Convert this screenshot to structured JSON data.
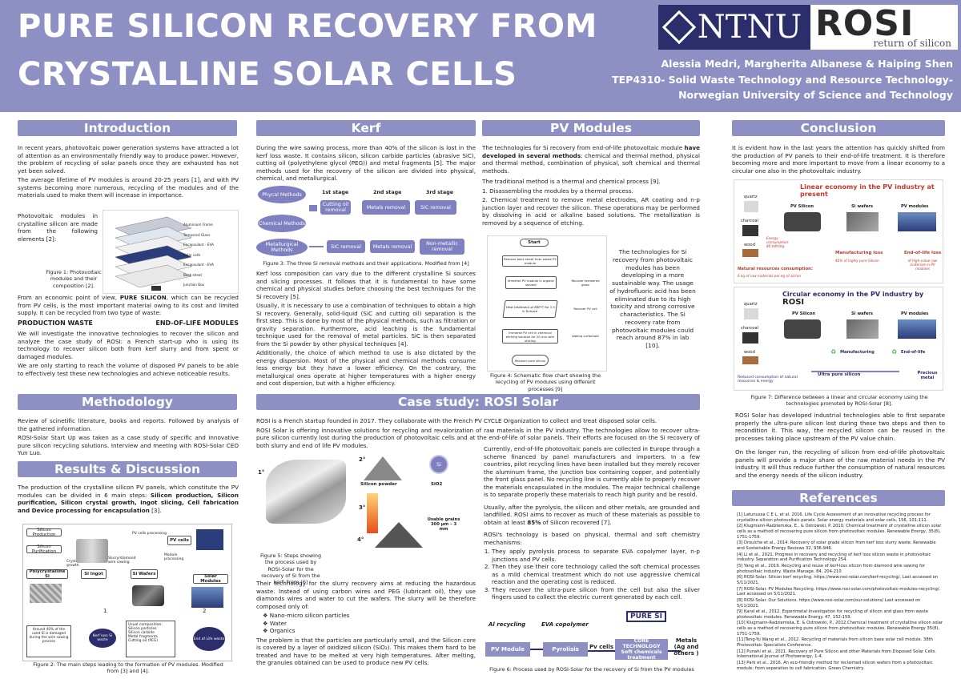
{
  "header": {
    "title_line1": "PURE SILICON RECOVERY FROM",
    "title_line2": "CRYSTALLINE SOLAR CELLS",
    "logo_ntnu": "NTNU",
    "logo_rosi": "ROSI",
    "logo_rosi_tag": "return of silicon",
    "authors": "Alessia Medri, Margherita Albanese & Haiping Shen",
    "course": "TEP4310- Solid Waste Technology and Resource Technology-",
    "university": "Norwegian University of Science and Technology"
  },
  "sections": {
    "introduction": "Introduction",
    "kerf": "Kerf",
    "pv_modules": "PV Modules",
    "conclusion": "Conclusion",
    "methodology": "Methodology",
    "case_study": "Case study: ROSI Solar",
    "results": "Results & Discussion",
    "references": "References"
  },
  "intro": {
    "p1": "In recent years, photovoltaic power generation systems have attracted a lot of attention as an environmentally friendly way to produce power. However, the problem of recycling of solar panels once they are exhausted has not yet been solved.",
    "p2": "The average lifetime of PV modules is around 20-25 years [1], and with PV systems becoming more numerous, recycling of the modules and of the materials used to make them will increase in importance.",
    "modules_text": "Photovoltaic modules in crystalline silicon are made from the following elements [2]:",
    "fig1_caption": "Figure 1: Photovoltaic modules and their composition [2].",
    "layers": [
      "Aluminium Frame",
      "Tempered Glass",
      "Encapsulant - EVA",
      "Solar cells",
      "Encapsulant - EVA",
      "Back sheet",
      "Junction Box"
    ],
    "p3_a": "From an economic point of view,",
    "p3_b": "PURE SILICON",
    "p3_c": ", which can be recycled from PV cells, is the most important material owing to its cost and limited supply. It can be recycled from two type of waste:",
    "waste_left": "PRODUCTION WASTE",
    "waste_right": "END-OF-LIFE MODULES",
    "p4": "We will investigate the innovative technologies to recover the silicon and analyze the case study of ROSI: a French start-up who is using its technology to recover silicon both from kerf slurry and from spent or damaged modules.",
    "p5": "We are only starting to reach the volume of disposed PV panels to be able to effectively test these new technologies and achieve noticeable results."
  },
  "methodology": {
    "p1": "Review of scinetific literature, books and reports. Followed by analysis of the gathered information.",
    "p2": "ROSI-Solar Start Up was taken as a case study of specific and innovative pure silicon recycling solutions. Interview and meeting with ROSI-Solar CEO Yun Luo."
  },
  "results": {
    "p1_a": "The production of the crystalline silicon PV panels, which constitute the PV modules can be divided in 6 main steps:",
    "p1_b": "Silicon production, Silicon purification, Silicon crystal growth, Ingot slicing, Cell fabrication and Device processing for encapsulation",
    "p1_c": "[3].",
    "fig2_caption": "Figure 2: The main steps leading to the formation of PV modules. Modified from [3] and [4].",
    "fig2": {
      "silicon_production": "Silicon Production",
      "silicon_purification": "Silicon Purification",
      "polycrystalline": "Polycrystalline Si",
      "crystal_growth": "Crystal growth",
      "si_ingot": "Si Ingot",
      "slurry_saw": "Slurry/diamond wire sawing",
      "si_wafers": "Si Wafers",
      "pv_cells_processing": "PV cells processing",
      "pv_cells": "PV cells",
      "module_processing": "Module processing",
      "solar_modules": "Solar Modules",
      "note_40": "Around 40% of the used Si is damaged during the wire sawing process",
      "kerf_loss": "Kerf loss Si waste",
      "usual_comp_title": "Usual composition:",
      "usual_comp": [
        "Silicon particles",
        "Silicon carbide",
        "Metal fragments",
        "Cutting oil (PEG)"
      ],
      "end_life": "End of Life waste",
      "marker1": "1",
      "marker2": "2"
    }
  },
  "kerf": {
    "p1": "During the wire sawing process, more than 40% of the silicon is lost in the kerf loss waste. It contains silicon, silicon carbide particles (abrasive SiC), cutting oil (polyethylene glycol (PEG)) and metal fragments [5]. The major methods used for the recovery of the silicon are divided into physical, chemical, and metallurgical.",
    "fig3": {
      "physical": "Phycal Methods",
      "chemical": "Chemical Methods",
      "metallurgical": "Metallurgical Methods",
      "stage1": "1st stage",
      "stage2": "2nd stage",
      "stage3": "3rd stage",
      "cutting_oil": "Cutting oil removal",
      "metals_removal": "Metals removal",
      "sic_removal": "SiC removal",
      "sic_removal2": "SiC removal",
      "metals_removal2": "Metals removal",
      "non_metallic": "Non-metallic removal"
    },
    "fig3_caption": "Figure 3: The three Si removal methods and their applications. Modified from [4]",
    "p2": "Kerf loss composition can vary due to the different crystalline Si sources and slicing processes. It follows that it is fundamental to have some chemical and physical studies before choosing the best techniques for the Si recovery [5].",
    "p3": "Usually, it is necessary to use a combination of techniques to obtain a high Si recovery. Generally, solid-liquid (SiC and cutting oil) separation is the first step. This is done by most of the physical methods, such as filtration or gravity separation. Furthermore, acid leaching is the fundamental technique used for the removal of metal particles. SiC is then separated from the Si powder by other physical techniques [4].",
    "p4": "Additionally, the choice of which method to use is also dictated by the energy dispersion. Most of the physical and chemical methods consume less energy but they have a lower efficiency. On the contrary, the metallurgical ones operate at higher temperatures with a higher energy and cost dispersion, but with a higher efficiency."
  },
  "pv": {
    "p1_a": "The technologies for Si recovery from end-of-life photovoltaic module",
    "p1_b": "have developed in several methods",
    "p1_c": ": chemical and thermal method, physical and thermal method, combination of physical, soft chemical and thermal methods.",
    "p2": "The traditional method is a thermal and chemical process [9].",
    "p3": "1. Disassembling the modules by a thermal process.",
    "p4": "2. Chemical treatment to remove metal electrodes, AR coating and n-p junction layer and recover the silicon. These operations may be performed by dissolving in acid or alkaline based solutions. The metallization is removed by a sequence of etching.",
    "side_text": "The technologies for Si recovery from photovoltaic modules has been developing in a more sustainable way. The usage of hydrofluoric acid has been eliminated due to its high toxicity and strong corrosive characteristics. The Si recovery rate from photovoltaic modules could reach around 87% in lab [10].",
    "fig4_caption": "Figure 4: Schematic flow chart showing the recycling of PV modules using different processes [9]",
    "fig4": {
      "start": "Start",
      "step1": "Remove back sheet from waste PV module",
      "step2": "Immerse PV module in organic solvent",
      "step3": "Heat treatment at 600°C for 1 h in furnace",
      "step4": "Immerse PV cell in chemical etching solution for 20 min with stirring",
      "recover_glass": "Recover tempered glass",
      "recover_cell": "Recover PV cell",
      "adding": "Adding surfactant",
      "recover_si": "Recover pure silicon"
    }
  },
  "case": {
    "p1": "ROSI is a French startup founded in 2017. They collaborate with the French PV CYCLE Organization to collect and treat disposed solar cells.",
    "p2": "ROSI Solar is offering innovative solutions for recycling and revalorization of raw materials in the PV industry. The technologies allow to recover ultra-pure silicon currently lost during the production of photovoltaic cells and at the end-of-life of solar panels. Their efforts are focused on the Si recovery of both slurry and end of life PV modules.",
    "fig5": {
      "step1": "1°",
      "step2": "2°",
      "step3": "3°",
      "step4": "4°",
      "silicon_powder": "Silicon powder",
      "sio2": "SiO2",
      "si": "Si",
      "usable_grains": "Usable grains 300 µm – 3 mm"
    },
    "fig5_caption": "Figure 5: Steps showing the process used by ROSI-Solar for the recovery of Si from the kerf. From",
    "fig5_ref": "[6]",
    "left_p1": "Their technology for the slurry recovery aims at reducing the hazardous waste. Instead of using carbon wires and PEG (lubricant oil), they use diamonds wires and water to cut the wafers. The slurry will be therefore composed only of:",
    "left_list": [
      "Nano-micro silicon particles",
      "Water",
      "Organics"
    ],
    "left_p2": "The problem is that the particles are particularly small, and the Silicon core is covered by a layer of oxidized silicon (SiO₂). This makes them hard to be treated and have to be melted at very high temperatures. After melting, the granules obtained can be used to produce new PV cells.",
    "right_p1": "Currently, end-of-life photovoltaic panels are collected in Europe through a scheme financed by panel manufacturers and importers. In a few countries, pilot recycling lines have been installed but they merely recover the aluminum frame, the junction box containing copper, and potentially the front glass panel. No recycling line is currently able to properly recover the materials encapsulated in the modules. The major technical challenge is to separate properly these materials to reach high purity and be resold.",
    "right_p2_a": "Usually, after the pyrolysis, the silicon and other metals, are grounded and landfilled. ROSI aims to recover as much of these materials as possible to obtain at least",
    "right_p2_b": "85%",
    "right_p2_c": "of Silicon recovered [7].",
    "right_p3": "ROSI's technology is based on physical, thermal and soft chemistry mechanisms:",
    "right_list": [
      "They apply pyrolysis process to separate EVA copolymer layer, n-p junctions and PV cells.",
      "Then they use their core technology called the soft chemical processes as a mild chemical treatment which do not use aggressive chemical reaction and the operating cost is reduced.",
      "They recover the ultra-pure silicon from the cell but also the silver fingers used to collect the electric current generated by each cell."
    ],
    "fig6": {
      "pure_si": "PURE SI",
      "al_recycling": "Al recycling",
      "eva": "EVA copolymer",
      "pv_module": "PV Module",
      "pyrolisis": "Pyrolisis",
      "pv_cells": "Pv cells",
      "core_tech": "CORE TECHNOLOGY",
      "soft_chem": "Soft chemicals treatment",
      "metals": "Metals (Ag and others )"
    },
    "fig6_caption": "Figure 6: Process used by ROSI-Solar for the recovery of Si from the PV modules"
  },
  "conclusion": {
    "p1": "It is evident how in the last years the attention has quickly shifted from the production of PV panels to their end-of-life treatment. It is therefore becoming more and more important to move from a linear economy to a circular one also in the photovoltaic industry.",
    "fig7": {
      "linear_title": "Linear economy in the PV industry at present",
      "circular_title": "Circular economy in the PV industry by",
      "circular_brand": "ROSI",
      "quartz": "quartz",
      "charcoal": "charcoal",
      "wood": "wood",
      "pv_silicon": "PV Silicon",
      "si_wafers": "Si wafers",
      "pv_modules": "PV modules",
      "energy": "Energy consumption: 80 kWh/kg",
      "manufacturing_loss": "Manufacturing loss",
      "loss_detail": "40% of highly pure Silicon",
      "eol_loss": "End-of-life loss",
      "eol_detail": "of high-value raw materials in PV modules",
      "natural": "Natural resources consumption:",
      "natural_detail": "6 kg of raw materials per kg of silicon",
      "manufacturing": "Manufacturing",
      "end_of_life": "End-of-life",
      "reduced": "Reduced consumption of natural resources & energy",
      "ultra_pure": "Ultra pure silicon",
      "precious": "Precious metal"
    },
    "fig7_caption": "Figure 7: Difference between a linear and circular economy using the technologies promoted by ROSI-Solar [8].",
    "p2": "ROSI Solar has developed industrial technologies able to first separate properly the ultra-pure silicon lost during these two steps and then to recondition it. This way, the recycled silicon can be reused in the processes taking place upstream of the PV value chain.",
    "p3": "On the longer run, the recycling of silicon from end-of-life photovoltaic panels will provide a major share of the raw material needs in the PV industry. It will thus reduce further the consumption of natural resources and the energy needs of the silicon industry."
  },
  "references": [
    "[1] Latunussa C E L, et al. 2016. Life Cycle Assessment of an innovative recycling process for crystalline silicon photovoltaic panels. Solar energy materials and solar cells, 156, 101-111.",
    "[2] Klugmann-Radziemska, E., & Ostrowski, P. 2010. Chemical treatment of crystalline silicon solar cells as a method of recovering pure silicon from photovoltaic modules. Renewable Energy, 35(8), 1751-1759.",
    "[3] Drouiche et al., 2014. Recovery of solar grade silicon from kerf loss slurry waste. Renewable and Sustainable Energy Reviews 32, 936-946.",
    "[4] Li et al., 2021. Progress in recovery and recycling of kerf loss silicon waste in photovoltaic industry. Separation and Purification Technology 254.",
    "[5] Yang et al., 2019. Recycling and reuse of kerf-loss silicon from diamond wire sawing for photovoltaic industry. Waste Manage. 84, 204-210",
    "[6] ROSI-Solar. Silicon kerf recycling. https://www.rosi-solar.com/kerf-recycling/. Last accessed on 5/11/2021.",
    "[7] ROSI-Solar. PV Modules Recycling. https://www.rosi-solar.com/photovoltaic-modules-recycling/. Last accessed on 5/11/2021.",
    "[8] ROSI-Solar. Our Solutions. https://www.rosi-solar.com/our-solutions/ Last accessed on 5/11/2021.",
    "[9] Kand et al., 2012. Experimetal Investigation for recycling of silicon and glass from waste photovoltaic modules. Renewable Energy. 47, 152-159.",
    "[10] Klugmann-Radziemska, E. & Ostrowski, P., 2012.Chemical treatment of crystalline silicon solar cells as a method of recovering pure silicon from photovoltaic modules. Renewable Energy 35(8), 1751-1759.",
    "[11]Teng-Yu Wang et al., 2012. Recycling of materials from silicon base solar cell module. 38th Photovoltaic Specialists Conference.",
    "[12] Punahi et al., 2021. Recovery of Pure Silicon and other Materials from Disposed Solar Cells. International Journal of Photoenergy, 1-4.",
    "[13] Park et al., 2016. An eco-friendly method for reclaimed silicon wafers from a photovoltaic module: from separation to cell fabrication. Green Chemistry."
  ],
  "colors": {
    "accent": "#8e90c4",
    "ntnu": "#2c2e6c",
    "linear_title": "#c0392b",
    "circular_title": "#2c2e6c"
  }
}
